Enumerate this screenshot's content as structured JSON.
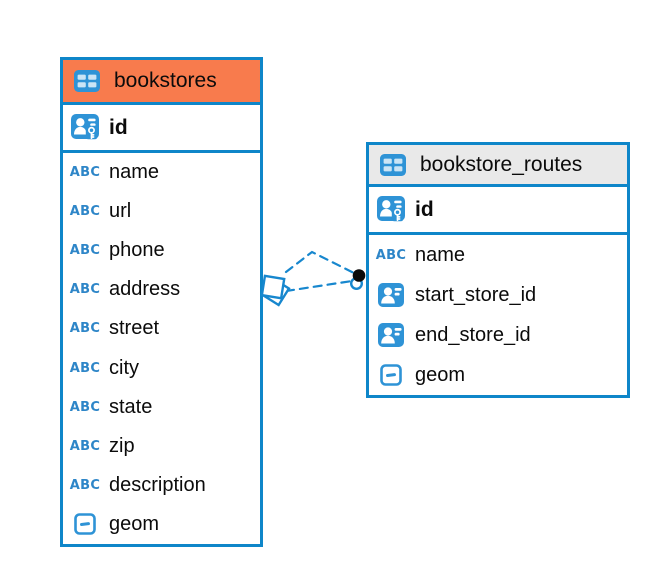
{
  "diagram": {
    "background": "#FFFFFF",
    "colors": {
      "table_border": "#0E86C9",
      "icon_blue": "#2E93D6",
      "relationship_line": "#1787CE",
      "bookstores_header_bg": "#F87B4D",
      "routes_header_bg": "#E9E9E9",
      "text": "#0B0B0B",
      "endpoint_dot": "#0A0A0A"
    },
    "tables": [
      {
        "name": "bookstores",
        "header_bg": "#F87B4D",
        "primary_key": {
          "name": "id",
          "icon": "primary-key"
        },
        "columns": [
          {
            "name": "name",
            "icon": "text"
          },
          {
            "name": "url",
            "icon": "text"
          },
          {
            "name": "phone",
            "icon": "text"
          },
          {
            "name": "address",
            "icon": "text"
          },
          {
            "name": "street",
            "icon": "text"
          },
          {
            "name": "city",
            "icon": "text"
          },
          {
            "name": "state",
            "icon": "text"
          },
          {
            "name": "zip",
            "icon": "text"
          },
          {
            "name": "description",
            "icon": "text"
          },
          {
            "name": "geom",
            "icon": "geometry"
          }
        ]
      },
      {
        "name": "bookstore_routes",
        "header_bg": "#E9E9E9",
        "primary_key": {
          "name": "id",
          "icon": "primary-key"
        },
        "columns": [
          {
            "name": "name",
            "icon": "text"
          },
          {
            "name": "start_store_id",
            "icon": "foreign-key"
          },
          {
            "name": "end_store_id",
            "icon": "foreign-key"
          },
          {
            "name": "geom",
            "icon": "geometry"
          }
        ]
      }
    ],
    "relationships": [
      {
        "from": "bookstores",
        "to": "bookstore_routes",
        "style": "dashed"
      },
      {
        "from": "bookstores",
        "to": "bookstore_routes",
        "style": "dashed"
      }
    ]
  }
}
